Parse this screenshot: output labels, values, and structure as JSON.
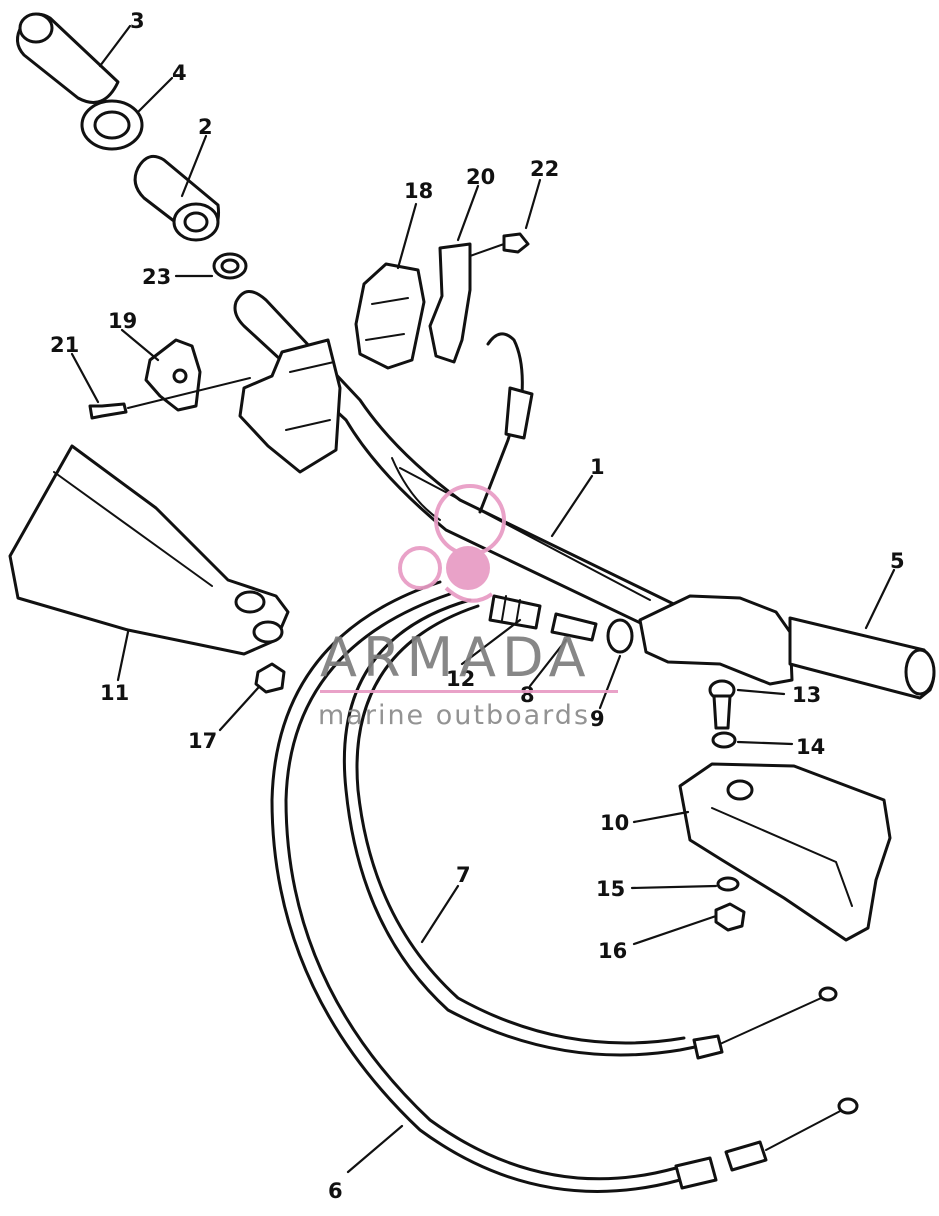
{
  "callouts": {
    "c1": "1",
    "c2": "2",
    "c3": "3",
    "c4": "4",
    "c5": "5",
    "c6": "6",
    "c7": "7",
    "c8": "8",
    "c9": "9",
    "c10": "10",
    "c11": "11",
    "c12": "12",
    "c13": "13",
    "c14": "14",
    "c15": "15",
    "c16": "16",
    "c17": "17",
    "c18": "18",
    "c19": "19",
    "c20": "20",
    "c21": "21",
    "c22": "22",
    "c23": "23"
  },
  "watermark": {
    "brand": "ARMADA",
    "tagline": "marine outboards",
    "colors": {
      "logo": "#e89bc4",
      "text": "#7d7d7d",
      "underline": "#e89bc4"
    }
  }
}
